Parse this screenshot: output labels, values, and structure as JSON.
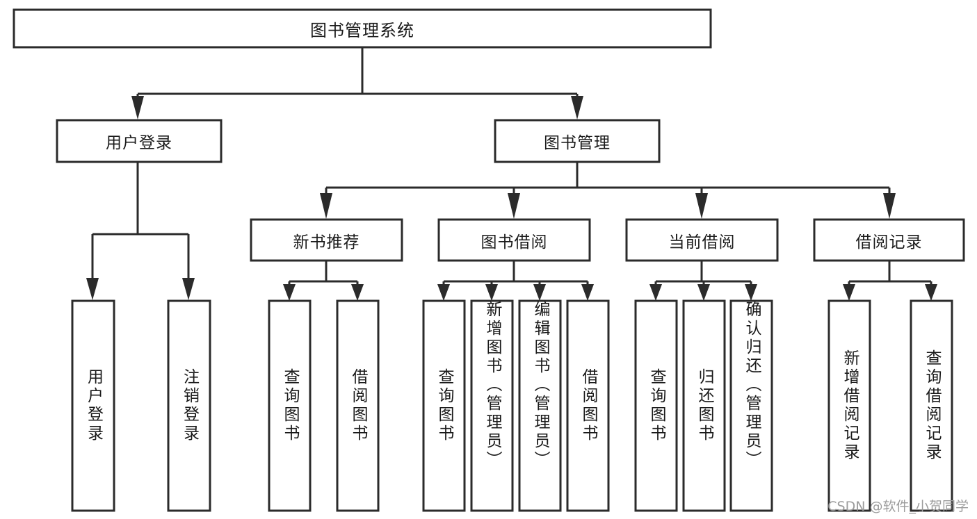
{
  "diagram": {
    "type": "tree-hierarchy-flowchart",
    "title": "图书管理系统",
    "watermark": "CSDN @软件_小贺同学",
    "colors": {
      "background": "#ffffff",
      "stroke": "#2b2b2b",
      "node_fill": "#ffffff",
      "text": "#1a1a1a",
      "watermark": "#9c9c9c"
    },
    "levels": {
      "root": {
        "label": "图书管理系统",
        "orientation": "horizontal"
      },
      "level2": [
        {
          "label": "用户登录",
          "orientation": "horizontal"
        },
        {
          "label": "图书管理",
          "orientation": "horizontal"
        }
      ],
      "level3": [
        {
          "label": "新书推荐",
          "orientation": "horizontal",
          "parent": "图书管理"
        },
        {
          "label": "图书借阅",
          "orientation": "horizontal",
          "parent": "图书管理"
        },
        {
          "label": "当前借阅",
          "orientation": "horizontal",
          "parent": "图书管理"
        },
        {
          "label": "借阅记录",
          "orientation": "horizontal",
          "parent": "图书管理"
        }
      ],
      "leaves": [
        {
          "label": "用户登录",
          "orientation": "vertical",
          "parent": "用户登录"
        },
        {
          "label": "注销登录",
          "orientation": "vertical",
          "parent": "用户登录"
        },
        {
          "label": "查询图书",
          "orientation": "vertical",
          "parent": "新书推荐"
        },
        {
          "label": "借阅图书",
          "orientation": "vertical",
          "parent": "新书推荐"
        },
        {
          "label": "查询图书",
          "orientation": "vertical",
          "parent": "图书借阅"
        },
        {
          "label": "新增图书（管理员）",
          "orientation": "vertical",
          "parent": "图书借阅"
        },
        {
          "label": "编辑图书（管理员）",
          "orientation": "vertical",
          "parent": "图书借阅"
        },
        {
          "label": "借阅图书",
          "orientation": "vertical",
          "parent": "图书借阅"
        },
        {
          "label": "查询图书",
          "orientation": "vertical",
          "parent": "当前借阅"
        },
        {
          "label": "归还图书",
          "orientation": "vertical",
          "parent": "当前借阅"
        },
        {
          "label": "确认归还（管理员）",
          "orientation": "vertical",
          "parent": "当前借阅"
        },
        {
          "label": "新增借阅记录",
          "orientation": "vertical",
          "parent": "借阅记录"
        },
        {
          "label": "查询借阅记录",
          "orientation": "vertical",
          "parent": "借阅记录"
        }
      ]
    }
  }
}
